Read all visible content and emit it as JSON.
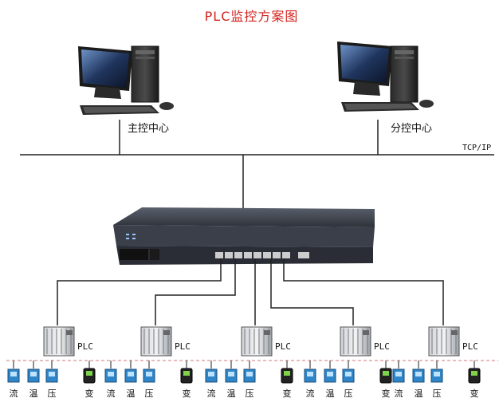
{
  "title": "PLC监控方案图",
  "network_label": "TCP/IP",
  "computers": [
    {
      "label": "主控中心"
    },
    {
      "label": "分控中心"
    }
  ],
  "plc_label": "PLC",
  "plc_units": 5,
  "sensor_labels": [
    "流",
    "温",
    "压",
    "变"
  ],
  "colors": {
    "title": "#d2231e",
    "line": "#222222",
    "switch_body": "#3b3f4a",
    "sensor_blue": "#2e86c8",
    "dashed_bus": "#d47a7a"
  }
}
